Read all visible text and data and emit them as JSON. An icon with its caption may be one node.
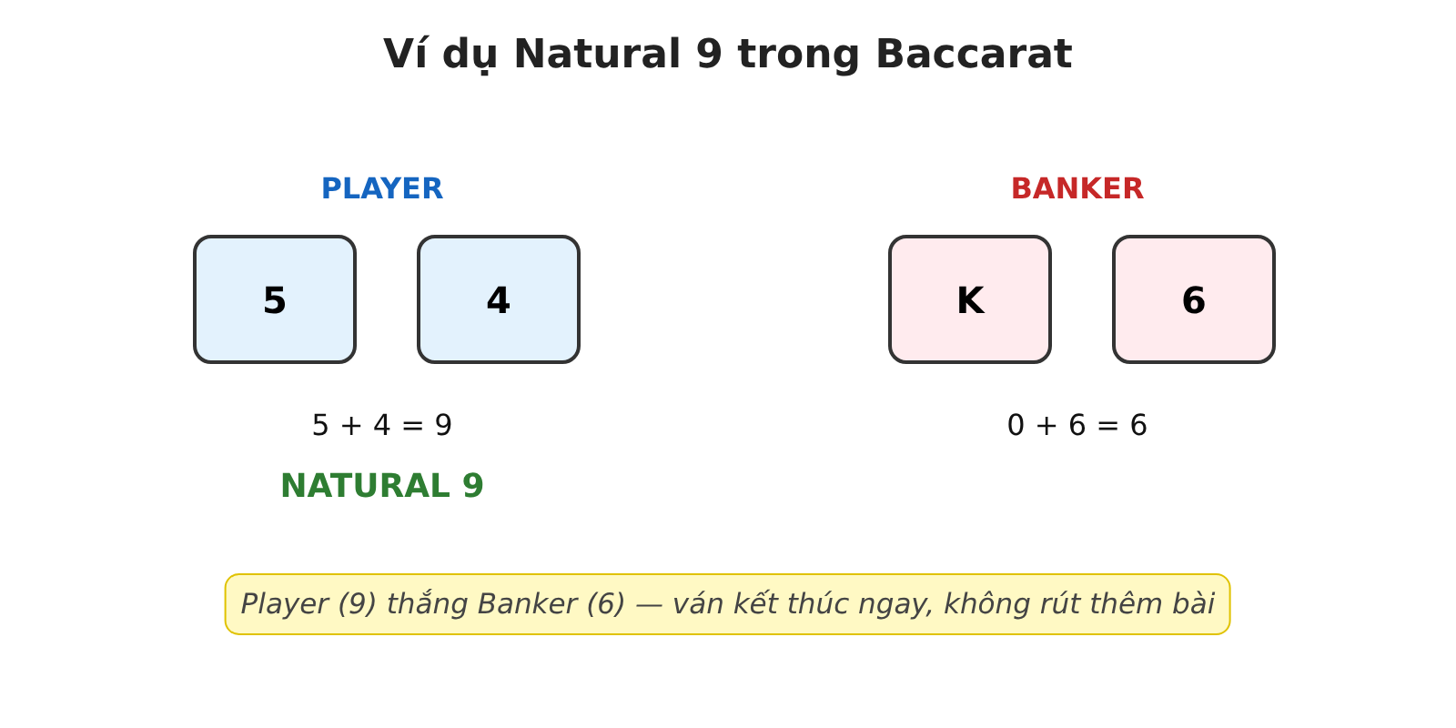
{
  "diagram": {
    "title": "Ví dụ Natural 9 trong Baccarat",
    "nodes": [
      {
        "text": [
          "5"
        ]
      },
      {
        "text": [
          "4"
        ]
      },
      {
        "text": [
          "K"
        ]
      },
      {
        "text": [
          "6"
        ]
      },
      {
        "text": [
          "Player (9) thắng Banker (6) — ván kết thúc ngay, không rút thêm bài"
        ]
      }
    ],
    "labels": [
      "PLAYER",
      "BANKER",
      "5 + 4 = 9",
      "NATURAL 9",
      "0 + 6 = 6"
    ]
  }
}
